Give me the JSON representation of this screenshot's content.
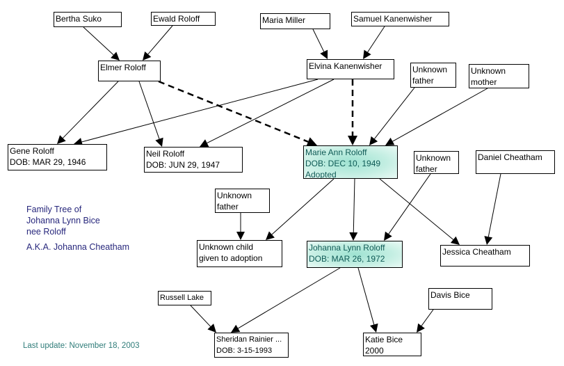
{
  "title_block": {
    "lines": [
      "Family Tree of",
      "Johanna Lynn Bice",
      "nee Roloff"
    ],
    "aka": "A.K.A. Johanna Cheatham",
    "color": "#27277c"
  },
  "last_update": {
    "text": "Last update: November 18, 2003",
    "color": "#2f7c79"
  },
  "highlight_color": "#9fe3d2",
  "nodes": [
    {
      "id": "bertha",
      "lines": [
        "Bertha Suko"
      ]
    },
    {
      "id": "ewald",
      "lines": [
        "Ewald Roloff"
      ]
    },
    {
      "id": "maria",
      "lines": [
        "Maria Miller"
      ]
    },
    {
      "id": "samuel",
      "lines": [
        "Samuel Kanenwisher"
      ]
    },
    {
      "id": "elmer",
      "lines": [
        "Elmer Roloff"
      ]
    },
    {
      "id": "elvina",
      "lines": [
        "Elvina Kanenwisher"
      ]
    },
    {
      "id": "unk_father1",
      "lines": [
        "Unknown",
        "father"
      ]
    },
    {
      "id": "unk_mother",
      "lines": [
        "Unknown",
        "mother"
      ]
    },
    {
      "id": "gene",
      "lines": [
        "Gene Roloff",
        "DOB: MAR 29, 1946"
      ]
    },
    {
      "id": "neil",
      "lines": [
        "Neil Roloff",
        "DOB: JUN 29, 1947"
      ]
    },
    {
      "id": "marie",
      "lines": [
        "Marie Ann Roloff",
        "DOB: DEC 10, 1949",
        "Adopted"
      ],
      "highlight": true
    },
    {
      "id": "unk_father2",
      "lines": [
        "Unknown",
        "father"
      ]
    },
    {
      "id": "daniel",
      "lines": [
        "Daniel Cheatham"
      ]
    },
    {
      "id": "unk_father3",
      "lines": [
        "Unknown",
        "father"
      ]
    },
    {
      "id": "unk_child",
      "lines": [
        "Unknown child",
        "given to adoption"
      ]
    },
    {
      "id": "johanna",
      "lines": [
        "Johanna Lynn Roloff",
        "DOB: MAR 26, 1972"
      ],
      "highlight": true
    },
    {
      "id": "jessica",
      "lines": [
        "Jessica Cheatham"
      ]
    },
    {
      "id": "russell",
      "lines": [
        "Russell Lake"
      ]
    },
    {
      "id": "davis",
      "lines": [
        "Davis Bice"
      ]
    },
    {
      "id": "sheridan",
      "lines": [
        "Sheridan Rainier ...",
        "DOB: 3-15-1993"
      ]
    },
    {
      "id": "katie",
      "lines": [
        "Katie Bice",
        "2000"
      ]
    }
  ],
  "edges": [
    {
      "from": "bertha",
      "to": "elmer",
      "style": "solid"
    },
    {
      "from": "ewald",
      "to": "elmer",
      "style": "solid"
    },
    {
      "from": "maria",
      "to": "elvina",
      "style": "solid"
    },
    {
      "from": "samuel",
      "to": "elvina",
      "style": "solid"
    },
    {
      "from": "elmer",
      "to": "gene",
      "style": "solid"
    },
    {
      "from": "elmer",
      "to": "neil",
      "style": "solid"
    },
    {
      "from": "elvina",
      "to": "gene",
      "style": "solid"
    },
    {
      "from": "elvina",
      "to": "neil",
      "style": "solid"
    },
    {
      "from": "elmer",
      "to": "marie",
      "style": "dashed"
    },
    {
      "from": "elvina",
      "to": "marie",
      "style": "dashed"
    },
    {
      "from": "unk_father1",
      "to": "marie",
      "style": "solid"
    },
    {
      "from": "unk_mother",
      "to": "marie",
      "style": "solid"
    },
    {
      "from": "marie",
      "to": "unk_child",
      "style": "solid"
    },
    {
      "from": "unk_father3",
      "to": "unk_child",
      "style": "solid"
    },
    {
      "from": "marie",
      "to": "johanna",
      "style": "solid"
    },
    {
      "from": "unk_father2",
      "to": "johanna",
      "style": "solid"
    },
    {
      "from": "marie",
      "to": "jessica",
      "style": "solid"
    },
    {
      "from": "daniel",
      "to": "jessica",
      "style": "solid"
    },
    {
      "from": "russell",
      "to": "sheridan",
      "style": "solid"
    },
    {
      "from": "johanna",
      "to": "sheridan",
      "style": "solid"
    },
    {
      "from": "johanna",
      "to": "katie",
      "style": "solid"
    },
    {
      "from": "davis",
      "to": "katie",
      "style": "solid"
    }
  ]
}
